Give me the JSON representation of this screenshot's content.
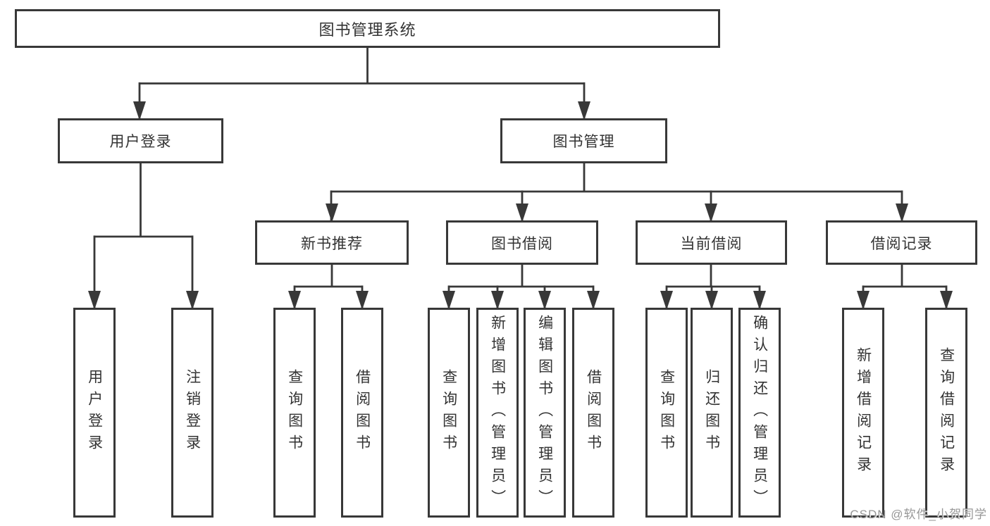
{
  "colors": {
    "line": "#383838",
    "text": "#333333",
    "background": "#ffffff",
    "watermark": "#979797"
  },
  "watermark": "CSDN @软件_小贺同学",
  "diagram": {
    "root": {
      "label": "图书管理系统"
    },
    "branches": [
      {
        "label": "用户登录",
        "children": [
          {
            "label": "用户登录"
          },
          {
            "label": "注销登录"
          }
        ]
      },
      {
        "label": "图书管理",
        "children": [
          {
            "label": "新书推荐",
            "children": [
              {
                "label": "查询图书"
              },
              {
                "label": "借阅图书"
              }
            ]
          },
          {
            "label": "图书借阅",
            "children": [
              {
                "label": "查询图书"
              },
              {
                "label": "新增图书（管理员）"
              },
              {
                "label": "编辑图书（管理员）"
              },
              {
                "label": "借阅图书"
              }
            ]
          },
          {
            "label": "当前借阅",
            "children": [
              {
                "label": "查询图书"
              },
              {
                "label": "归还图书"
              },
              {
                "label": "确认归还（管理员）"
              }
            ]
          },
          {
            "label": "借阅记录",
            "children": [
              {
                "label": "新增借阅记录"
              },
              {
                "label": "查询借阅记录"
              }
            ]
          }
        ]
      }
    ]
  }
}
